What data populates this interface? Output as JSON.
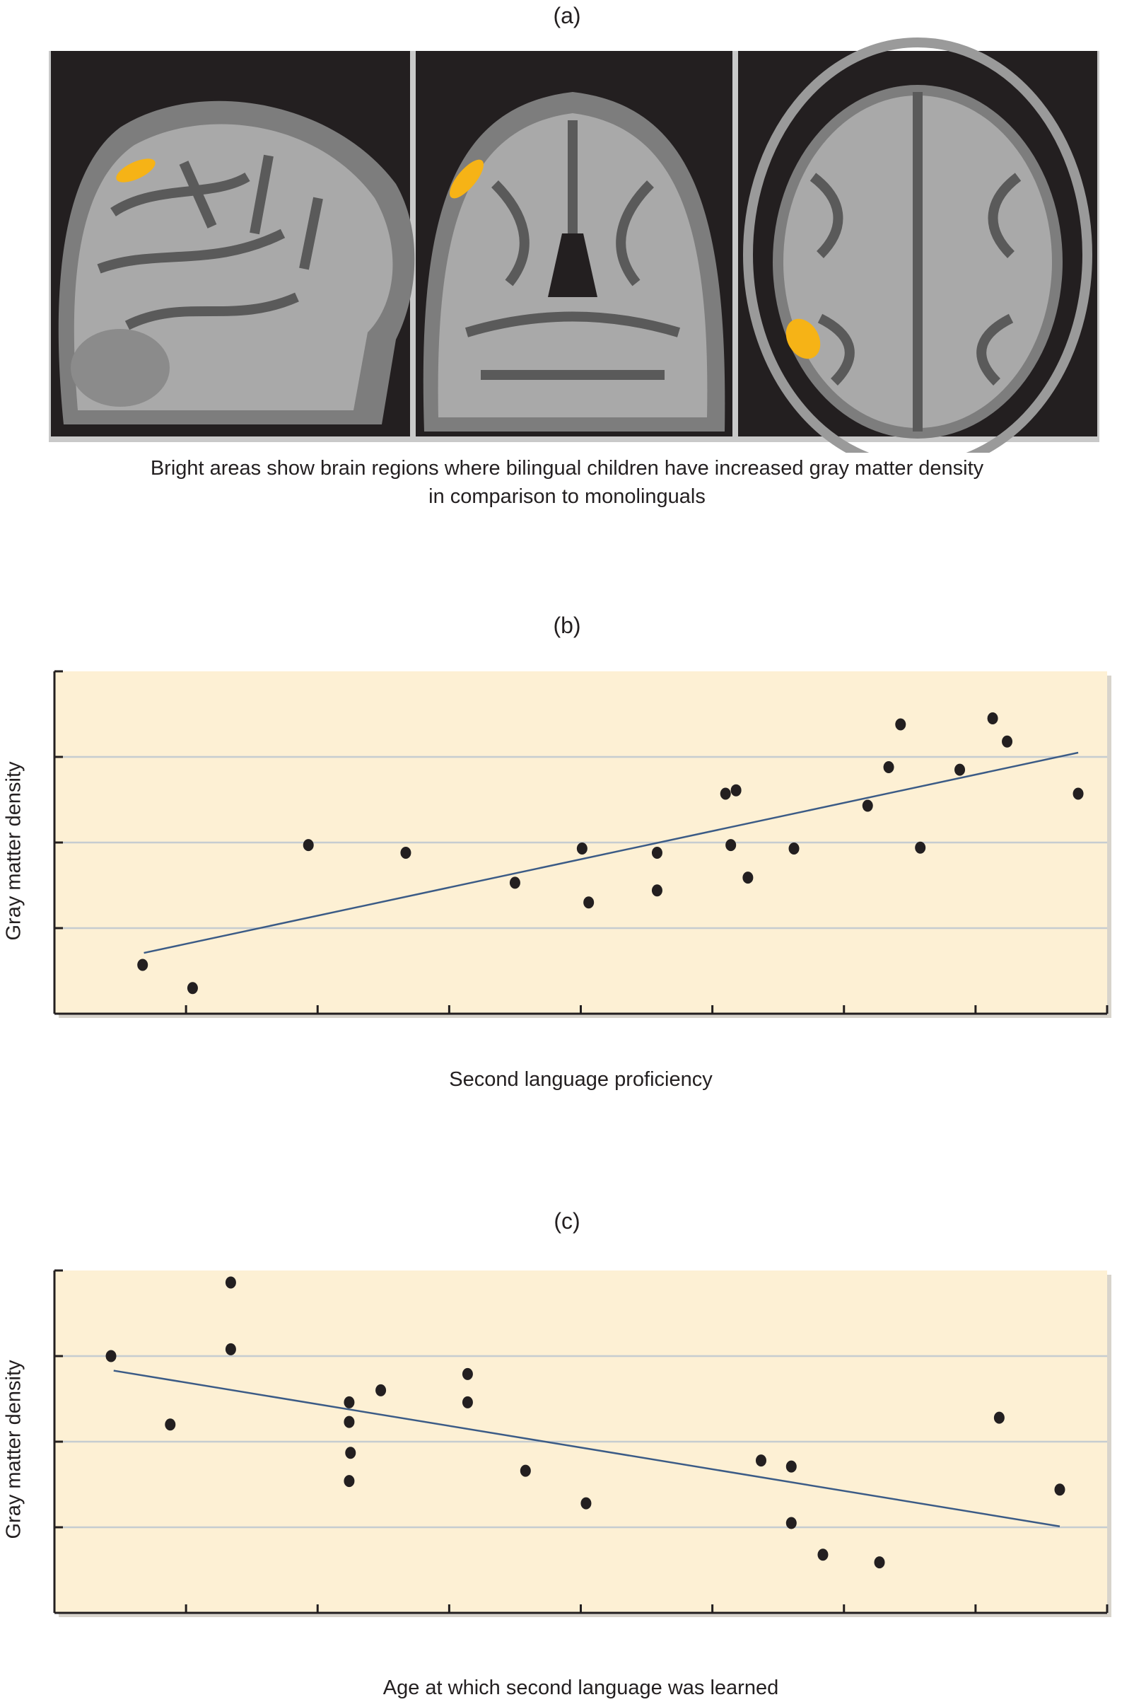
{
  "panel_a": {
    "label": "(a)",
    "caption_line1": "Bright areas show brain regions where bilingual children have increased gray matter density",
    "caption_line2": "in comparison to monolinguals",
    "highlight_color": "#f6b316"
  },
  "chart_data": [
    {
      "type": "scatter",
      "panel_label": "(b)",
      "title": "",
      "xlabel": "Second language proficiency",
      "ylabel": "Gray matter density",
      "xlim": [
        0,
        8
      ],
      "ylim": [
        0,
        4
      ],
      "grid": true,
      "x": [
        0.67,
        1.05,
        1.93,
        2.67,
        3.5,
        4.01,
        4.06,
        4.58,
        4.58,
        5.1,
        5.18,
        5.14,
        5.27,
        5.62,
        6.18,
        6.34,
        6.43,
        6.58,
        6.88,
        7.13,
        7.24,
        7.78
      ],
      "y": [
        0.57,
        0.3,
        1.97,
        1.88,
        1.53,
        1.93,
        1.3,
        1.88,
        1.44,
        2.57,
        2.61,
        1.97,
        1.59,
        1.93,
        2.43,
        2.88,
        3.38,
        1.94,
        2.85,
        3.45,
        3.18,
        2.57
      ],
      "trendline": {
        "x": [
          0.68,
          7.78
        ],
        "y": [
          0.71,
          3.05
        ]
      },
      "background": "#fdf0d4",
      "line_color": "#3b5b86"
    },
    {
      "type": "scatter",
      "panel_label": "(c)",
      "title": "",
      "xlabel": "Age at which second language was learned",
      "ylabel": "Gray matter density",
      "xlim": [
        0,
        8
      ],
      "ylim": [
        0,
        4
      ],
      "grid": true,
      "x": [
        0.43,
        0.88,
        1.34,
        1.34,
        2.24,
        2.24,
        2.25,
        2.24,
        2.48,
        3.14,
        3.14,
        3.58,
        4.04,
        5.37,
        5.6,
        5.6,
        5.84,
        6.27,
        7.18,
        7.64
      ],
      "y": [
        3.0,
        2.2,
        3.86,
        3.08,
        2.46,
        2.23,
        1.87,
        1.54,
        2.6,
        2.79,
        2.46,
        1.66,
        1.28,
        1.78,
        1.71,
        1.05,
        0.68,
        0.59,
        2.28,
        1.44
      ],
      "trendline": {
        "x": [
          0.45,
          7.64
        ],
        "y": [
          2.83,
          1.01
        ]
      },
      "background": "#fdf0d4",
      "line_color": "#3b5b86"
    }
  ]
}
